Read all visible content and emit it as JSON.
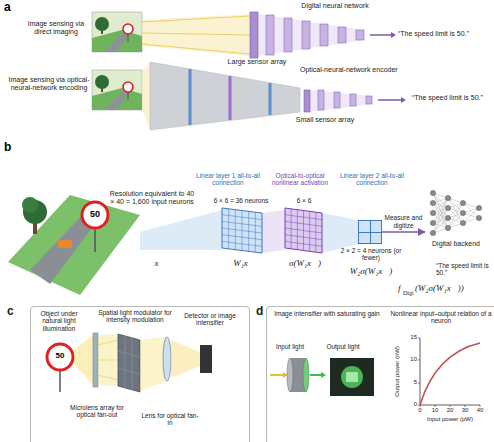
{
  "diagram": {
    "nodes": [
      {
        "text": [
          "2 × 2 = 4 neurons (or fewer)"
        ]
      },
      {
        "text": [
          "Digital backend"
        ]
      },
      {
        "text": [
          "c"
        ]
      },
      {
        "text": [
          "d"
        ]
      }
    ],
    "edges": [
      {
        "from": 0,
        "to": 1,
        "arrow": "to",
        "label": "Measure and digitize"
      }
    ],
    "labels": [
      "a",
      "Image sensing via direct imaging",
      "Digital neural network",
      "Large sensor array",
      "“The speed limit is 50.”",
      "Image sensing via optical-neural-network encoding",
      "Optical-neural-network encoder",
      "Small sensor array",
      "“The speed limit is 50.”",
      "b",
      "50",
      "Resolution equivalent to 40 × 40 = 1,600 input neurons",
      "Linear layer 1 all-to-all connection",
      "6 × 6 = 36 neurons",
      "Optical-to-optical nonlinear activation",
      "6 × 6",
      "Linear layer 2 all-to-all connection",
      "x⃗",
      "W₁x⃗",
      "σ(W₁x⃗)",
      "W₂σ(W₁x⃗)",
      "f",
      "Digi",
      "(W₂σ(W₁x⃗))",
      "“The speed limit is 50.”",
      "Object under natural light illumination",
      "Microlens array for optical fan-out",
      "Spatial light modulator for intensity modulation",
      "Detector or image intensifier",
      "Lens for optical fan-in",
      "50",
      "Image intensifier with saturating gain",
      "Input light",
      "Output light",
      "Nonlinear input–output relation of a neuron",
      "Output power (nW)",
      "Input power (pW)",
      "0",
      "10",
      "20",
      "30",
      "40",
      "0",
      "5",
      "10",
      "15"
    ]
  }
}
